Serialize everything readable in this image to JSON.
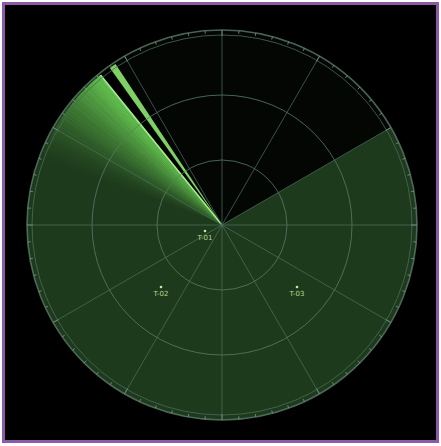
{
  "diagram": {
    "labels": [
      "T-01",
      "T-02",
      "T-03"
    ]
  }
}
